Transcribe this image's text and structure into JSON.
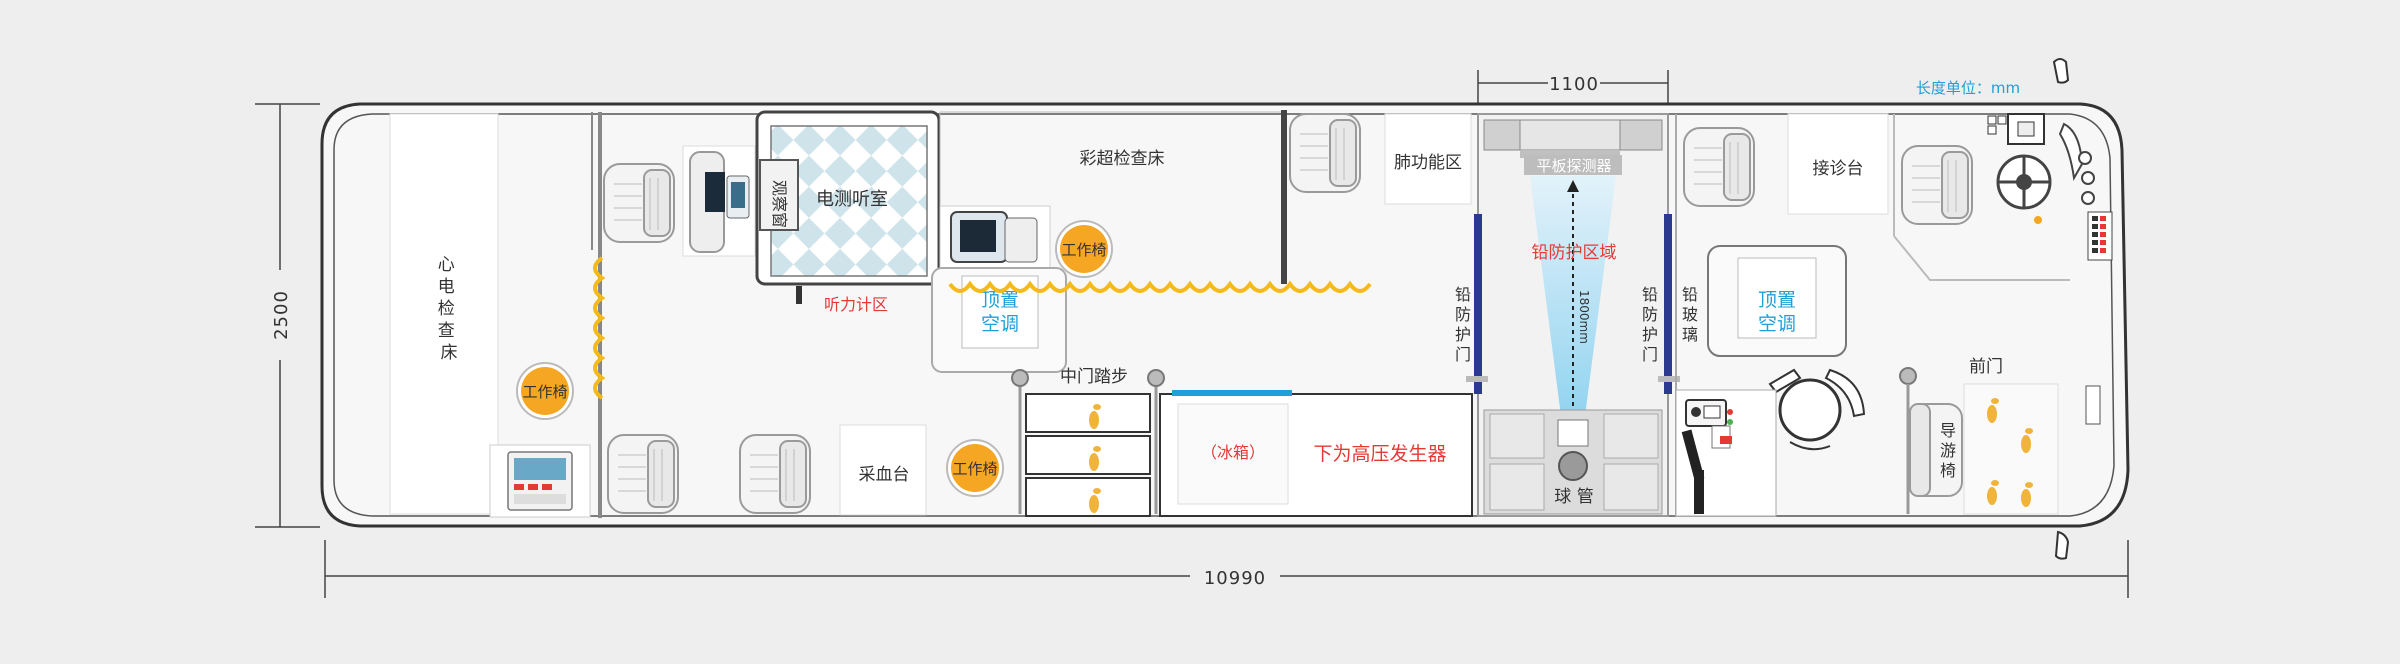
{
  "dimensions": {
    "top_width": "1100",
    "total_length": "10990",
    "height": "2500",
    "unit_note": "长度单位：mm"
  },
  "labels": {
    "ecg_bed": "心电检查床",
    "audiometry_room": "电测听室",
    "observation_window": "观察窗",
    "hearing_zone": "听力计区",
    "ultrasound_bed": "彩超检查床",
    "lung_function": "肺功能区",
    "flat_detector": "平板探测器",
    "lead_zone": "铅防护区域",
    "lead_door_left": "铅防护门",
    "lead_door_right": "铅防护门",
    "lead_glass": "铅玻璃",
    "reception_desk": "接诊台",
    "roof_ac_left": "顶置空调",
    "roof_ac_right": "顶置空调",
    "middle_steps": "中门踏步",
    "fridge": "（冰箱）",
    "generator": "下为高压发生器",
    "tube": "球 管",
    "front_door": "前门",
    "guide_seat": "导游椅",
    "blood_table": "采血台",
    "work_chair_1": "工作椅",
    "work_chair_2": "工作椅",
    "work_chair_3": "工作椅",
    "distance_1800": "1800mm"
  },
  "colors": {
    "work_chair": "#f5a623",
    "lead_door": "#2b3a8f",
    "red_text": "#e53935",
    "blue_text": "#1fa0d8",
    "curtain": "#f5b91a"
  }
}
